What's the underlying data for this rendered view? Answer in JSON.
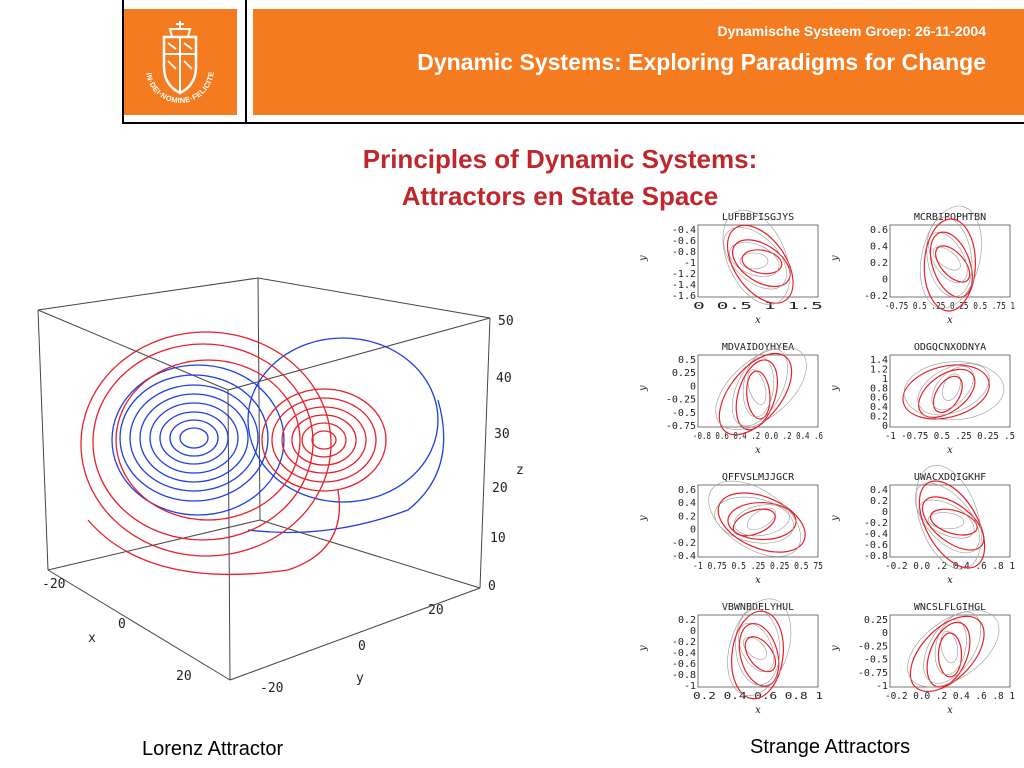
{
  "header": {
    "date_line": "Dynamische Systeem Groep: 26-11-2004",
    "title": "Dynamic Systems: Exploring Paradigms for Change",
    "logo_text": "IN·DEI·NOMINE·FELICITER"
  },
  "slide": {
    "title_line1": "Principles of Dynamic Systems:",
    "title_line2": "Attractors en State Space"
  },
  "lorenz": {
    "caption": "Lorenz Attractor",
    "z_ticks": [
      "50",
      "40",
      "30",
      "20",
      "10",
      "0"
    ],
    "x_ticks": [
      "-20",
      "0",
      "20"
    ],
    "y_ticks": [
      "20",
      "0",
      "-20"
    ],
    "x_label": "x",
    "y_label": "y",
    "z_label": "z"
  },
  "strange": {
    "caption": "Strange Attractors",
    "plots": [
      {
        "name": "LUFBBFISGJYS",
        "yticks": [
          "-0.4",
          "-0.6",
          "-0.8",
          "-1",
          "-1.2",
          "-1.4",
          "-1.6"
        ],
        "xticks": "0  0.5  1  1.5"
      },
      {
        "name": "MCRBIPOPHTBN",
        "yticks": [
          "0.6",
          "0.4",
          "0.2",
          "0",
          "-0.2"
        ],
        "xticks": "-0.75 0.5 .25 0.25 0.5 .75 1"
      },
      {
        "name": "MDVAIDOYHYEA",
        "yticks": [
          "0.5",
          "0.25",
          "0",
          "-0.25",
          "-0.5",
          "-0.75"
        ],
        "xticks": "-0.8 0.6 0.4 .2 0.0 .2 0.4 .6"
      },
      {
        "name": "ODGQCNXODNYA",
        "yticks": [
          "1.4",
          "1.2",
          "1",
          "0.8",
          "0.6",
          "0.4",
          "0.2",
          "0"
        ],
        "xticks": "-1 -0.75 0.5 .25 0.25 .5"
      },
      {
        "name": "QFFVSLMJJGCR",
        "yticks": [
          "0.6",
          "0.4",
          "0.2",
          "0",
          "-0.2",
          "-0.4"
        ],
        "xticks": "-1 0.75 0.5 .25 0.25 0.5 75"
      },
      {
        "name": "UWACXDQIGKHF",
        "yticks": [
          "0.4",
          "0.2",
          "0",
          "-0.2",
          "-0.4",
          "-0.6",
          "-0.8"
        ],
        "xticks": "-0.2 0.0 .2 0.4 .6 .8 1"
      },
      {
        "name": "VBWNBDELYHUL",
        "yticks": [
          "0.2",
          "0",
          "-0.2",
          "-0.4",
          "-0.6",
          "-0.8",
          "-1"
        ],
        "xticks": "0.2 0.4 0.6 0.8  1"
      },
      {
        "name": "WNCSLFLGIHGL",
        "yticks": [
          "0.25",
          "0",
          "-0.25",
          "-0.5",
          "-0.75",
          "-1"
        ],
        "xticks": "-0.2 0.0 .2 0.4 .6 .8 1"
      }
    ],
    "x_label": "x",
    "y_label": "y"
  },
  "colors": {
    "orange": "#F47B20",
    "title_red": "#C0272D",
    "attractor_red": "#E8202A",
    "attractor_blue": "#1F3FE0"
  }
}
